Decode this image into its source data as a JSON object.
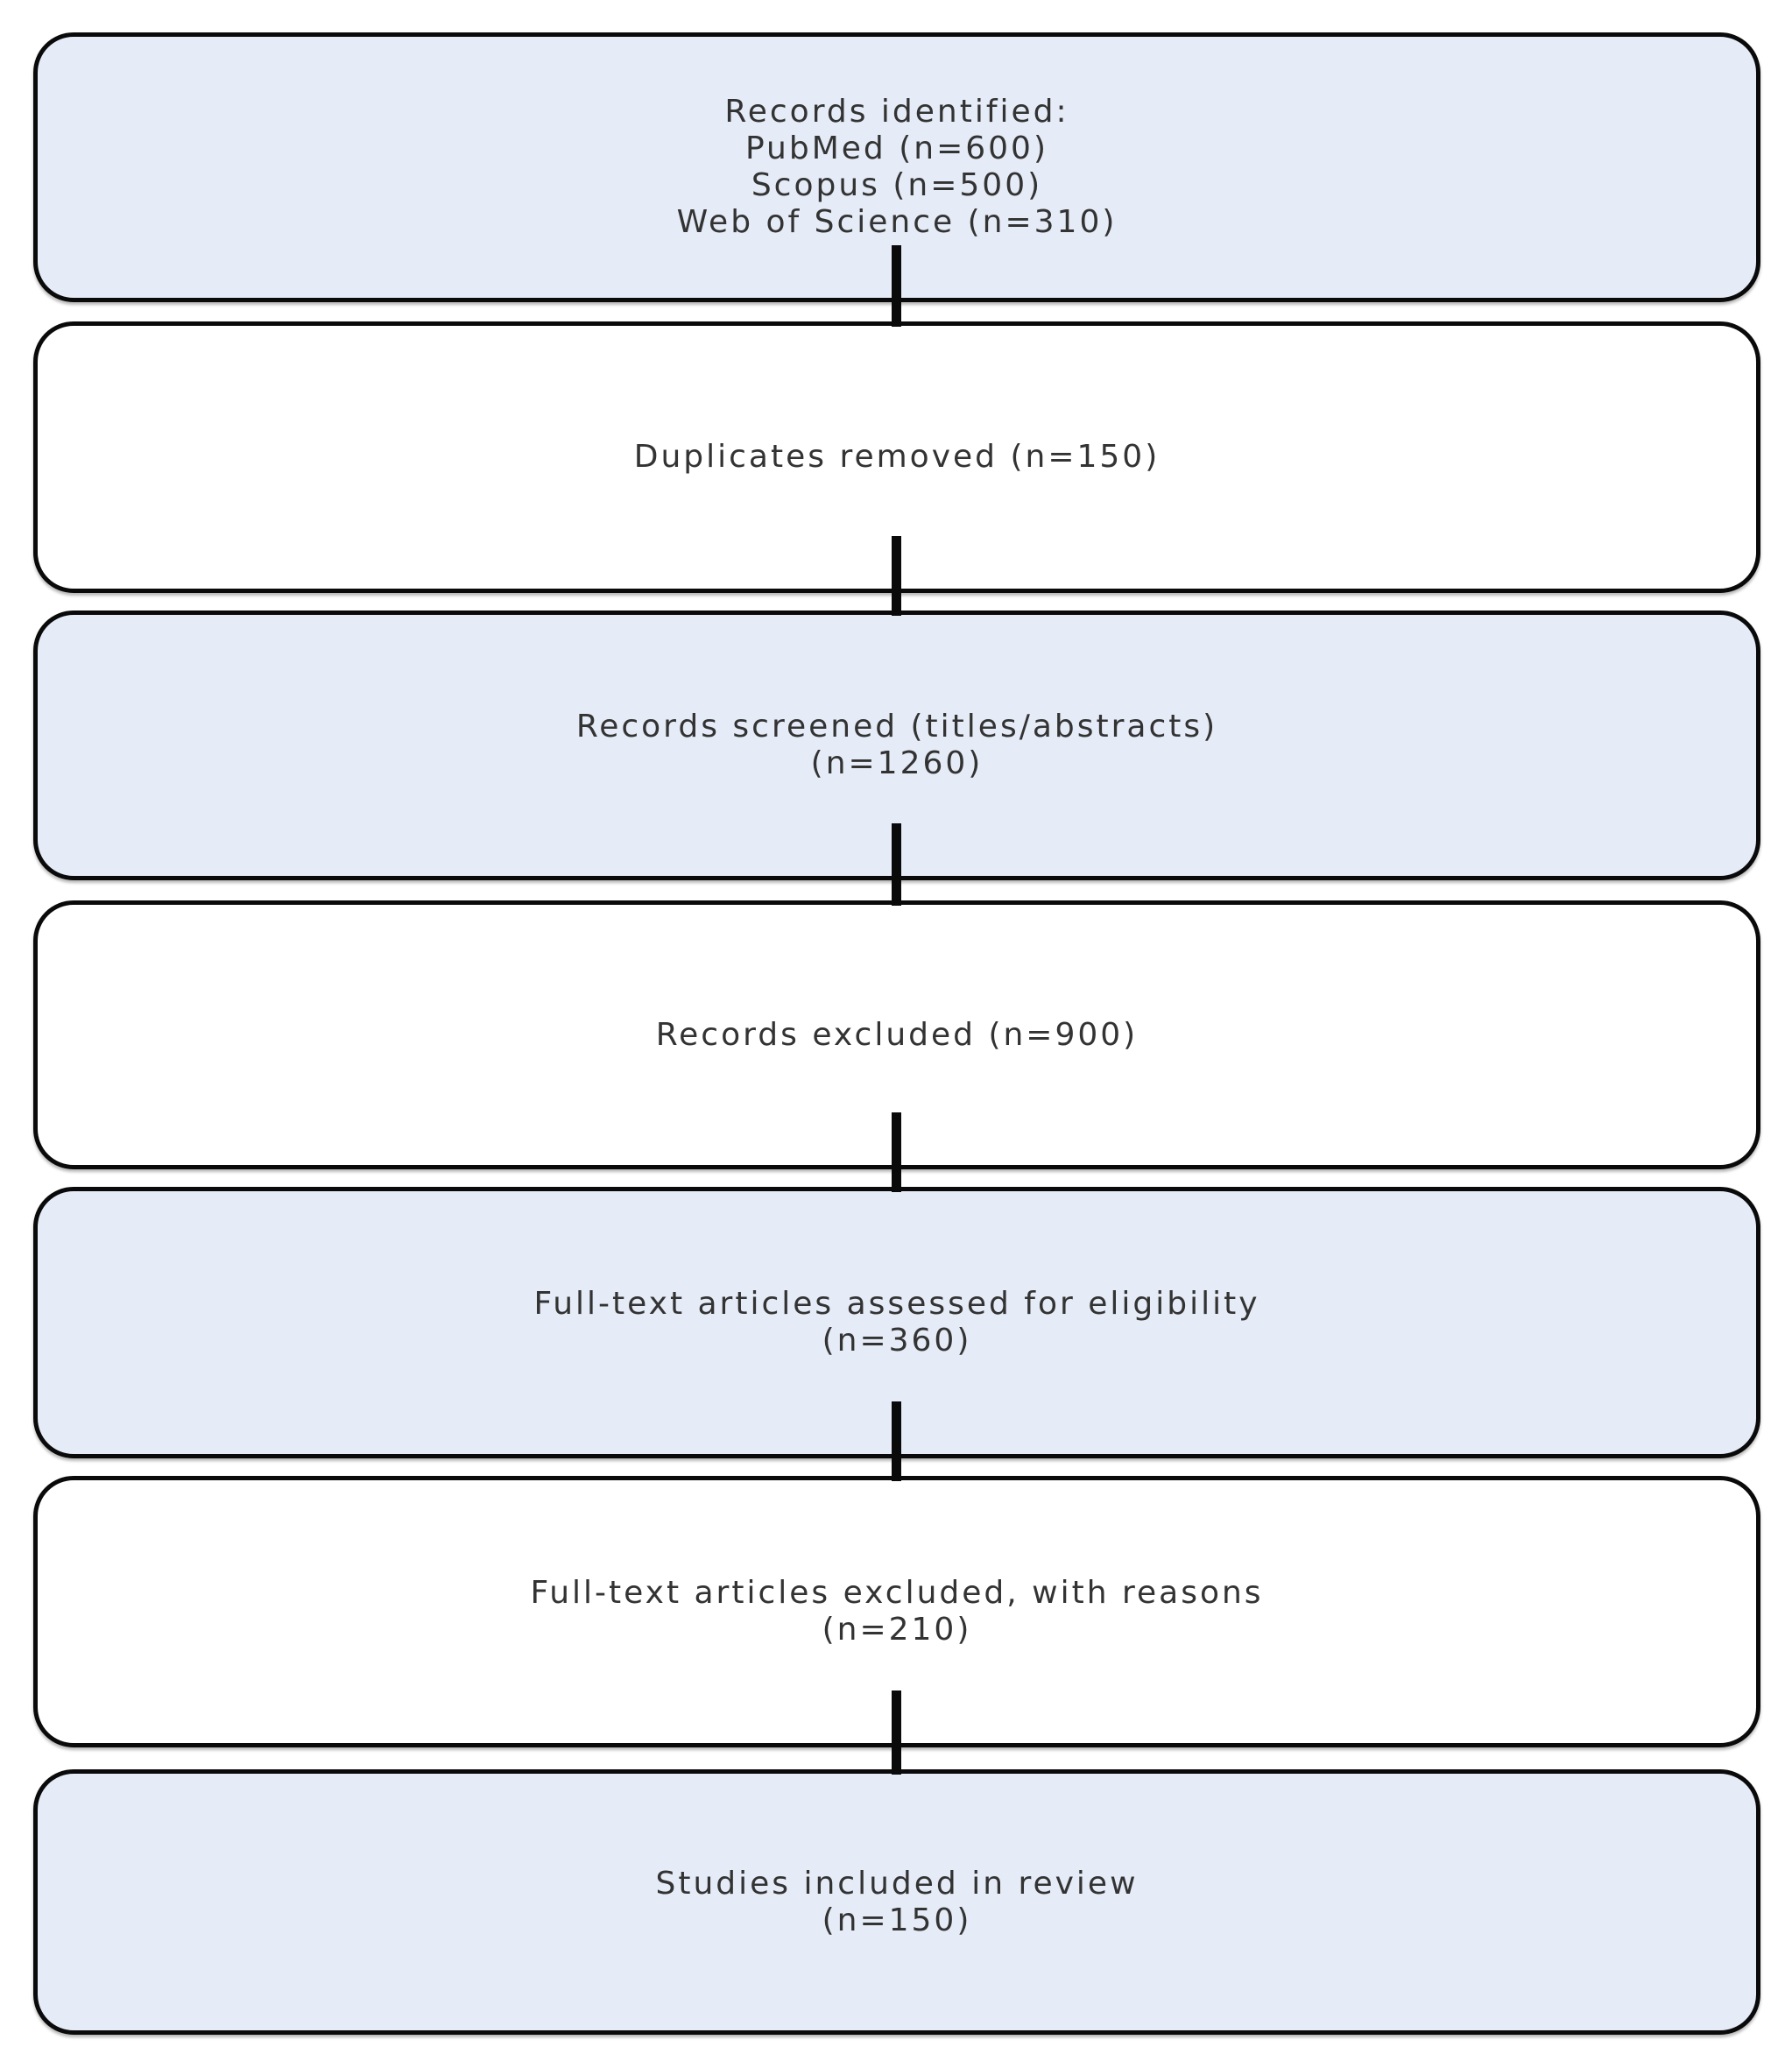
{
  "diagram": {
    "type": "flowchart",
    "subtype": "prisma-systematic-review-flow",
    "colors": {
      "background": "#ffffff",
      "box_fill_shaded": "#e5ebf7",
      "box_fill_plain": "#ffffff",
      "box_border": "#0a0a0a",
      "connector": "#0a0a0a",
      "text": "#333333"
    },
    "boxes": [
      {
        "name": "records-identified",
        "shaded": true,
        "lines": [
          "Records identified:",
          "PubMed (n=600)",
          "Scopus (n=500)",
          "Web of Science (n=310)"
        ]
      },
      {
        "name": "duplicates-removed",
        "shaded": false,
        "lines": [
          "Duplicates removed (n=150)"
        ]
      },
      {
        "name": "records-screened",
        "shaded": true,
        "lines": [
          "Records screened (titles/abstracts)",
          "(n=1260)"
        ]
      },
      {
        "name": "records-excluded",
        "shaded": false,
        "lines": [
          "Records excluded (n=900)"
        ]
      },
      {
        "name": "fulltext-assessed",
        "shaded": true,
        "lines": [
          "Full-text articles assessed for eligibility",
          "(n=360)"
        ]
      },
      {
        "name": "fulltext-excluded",
        "shaded": false,
        "lines": [
          "Full-text articles excluded, with reasons",
          "(n=210)"
        ]
      },
      {
        "name": "studies-included",
        "shaded": true,
        "lines": [
          "Studies included in review",
          "(n=150)"
        ]
      }
    ],
    "flow": [
      {
        "from": "records-identified",
        "to": "duplicates-removed"
      },
      {
        "from": "duplicates-removed",
        "to": "records-screened"
      },
      {
        "from": "records-screened",
        "to": "records-excluded"
      },
      {
        "from": "records-excluded",
        "to": "fulltext-assessed"
      },
      {
        "from": "fulltext-assessed",
        "to": "fulltext-excluded"
      },
      {
        "from": "fulltext-excluded",
        "to": "studies-included"
      }
    ]
  }
}
